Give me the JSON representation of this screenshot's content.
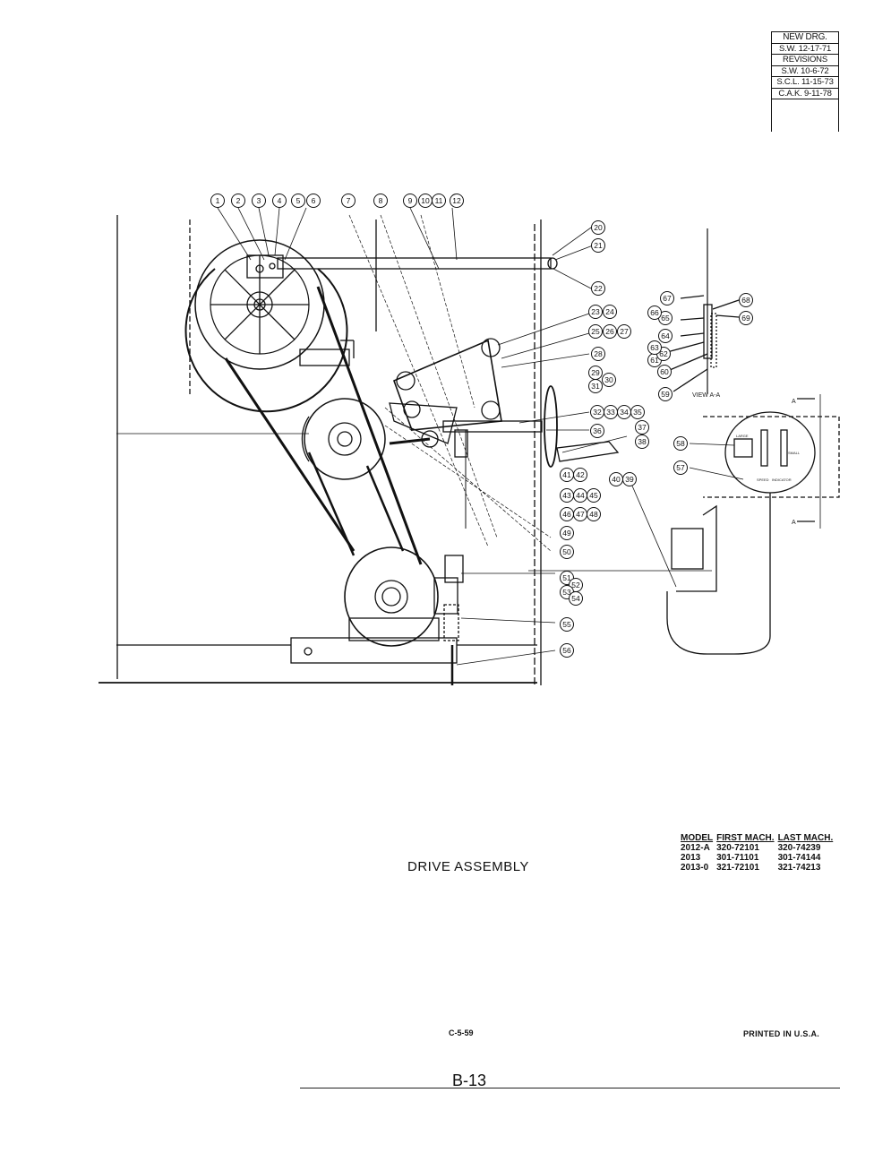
{
  "revisions": {
    "rows": [
      "NEW DRG.",
      "S.W. 12-17-71",
      "REVISIONS",
      "S.W. 10-6-72",
      "S.C.L. 11-15-73",
      "C.A.K. 9-11-78"
    ]
  },
  "title": "DRIVE ASSEMBLY",
  "model_table": {
    "headers": [
      "MODEL",
      "FIRST MACH.",
      "LAST MACH."
    ],
    "rows": [
      [
        "2012-A",
        "320-72101",
        "320-74239"
      ],
      [
        "2013",
        "301-71101",
        "301-74144"
      ],
      [
        "2013-0",
        "321-72101",
        "321-74213"
      ]
    ]
  },
  "footer": {
    "code": "C-5-59",
    "printed": "PRINTED IN U.S.A.",
    "page": "B-13"
  },
  "view_labels": {
    "view": "VIEW A-A",
    "section_a": "A",
    "gauge_speed": "SPEED",
    "gauge_indicator": "INDICATOR",
    "gauge_small": "SMALL",
    "gauge_large": "LARGE"
  },
  "callouts": {
    "top": [
      "1",
      "2",
      "3",
      "4",
      "5",
      "6",
      "7",
      "8",
      "9",
      "10",
      "11",
      "12"
    ],
    "right": [
      "20",
      "21",
      "22",
      "23",
      "24",
      "25",
      "26",
      "27",
      "28",
      "29",
      "30",
      "31",
      "32",
      "33",
      "34",
      "35",
      "36",
      "37",
      "38",
      "39",
      "40",
      "41",
      "42",
      "43",
      "44",
      "45",
      "46",
      "47",
      "48",
      "49",
      "50",
      "51",
      "52",
      "53",
      "54",
      "55",
      "56"
    ],
    "view": [
      "57",
      "58",
      "59",
      "60",
      "61",
      "62",
      "63",
      "64",
      "65",
      "66",
      "67",
      "68",
      "69"
    ]
  }
}
